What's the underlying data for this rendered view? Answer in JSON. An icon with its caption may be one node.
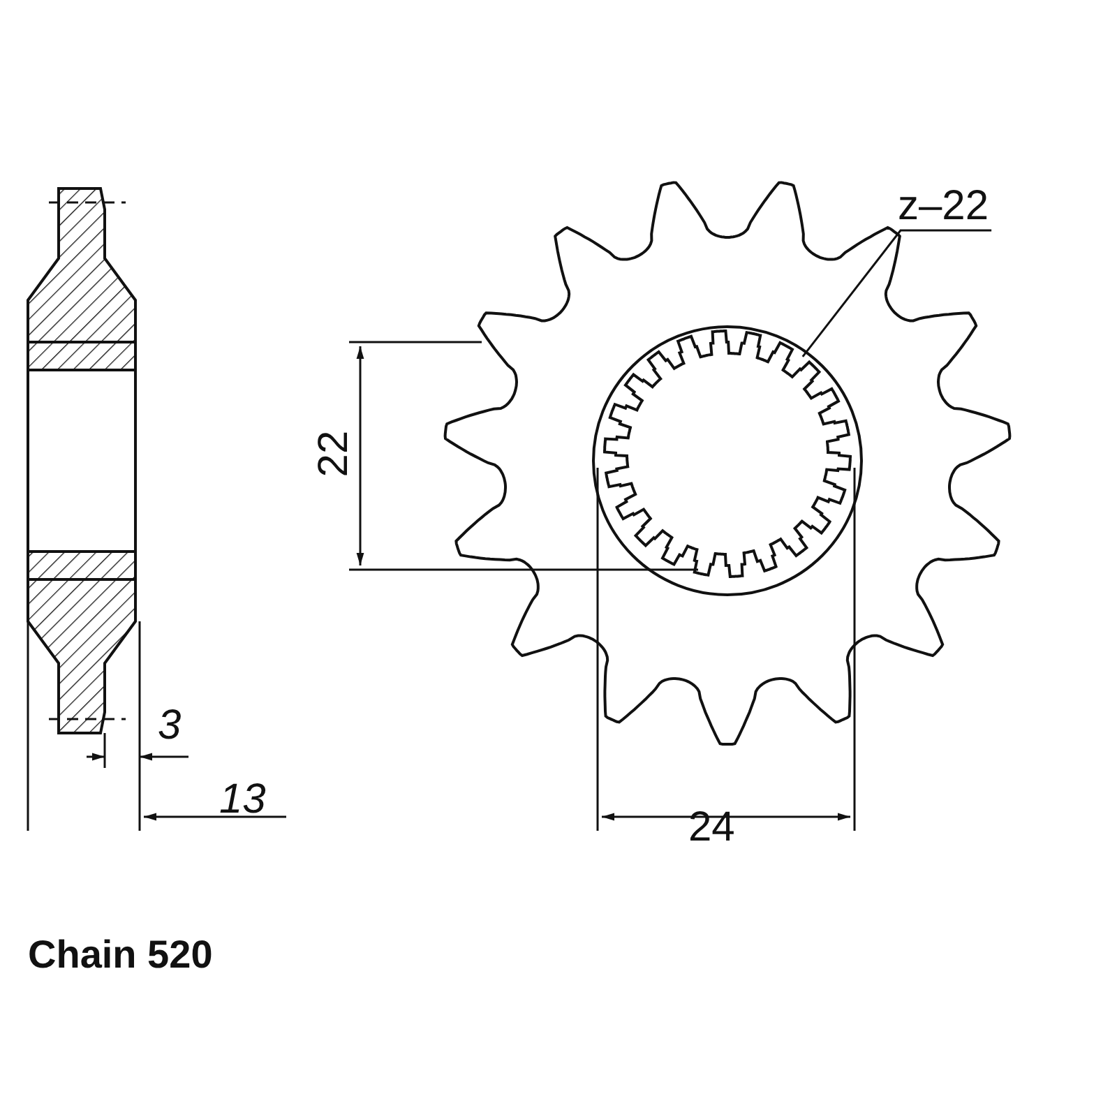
{
  "diagram": {
    "nodes": [
      {
        "text": [
          "z–22"
        ]
      },
      {
        "text": [],
        "shape": "picture"
      }
    ],
    "edges": [
      {
        "from": 0,
        "to": 1,
        "arrow": "none"
      }
    ],
    "labels": [
      "22",
      "24",
      "3",
      "13",
      "Chain 520"
    ]
  }
}
